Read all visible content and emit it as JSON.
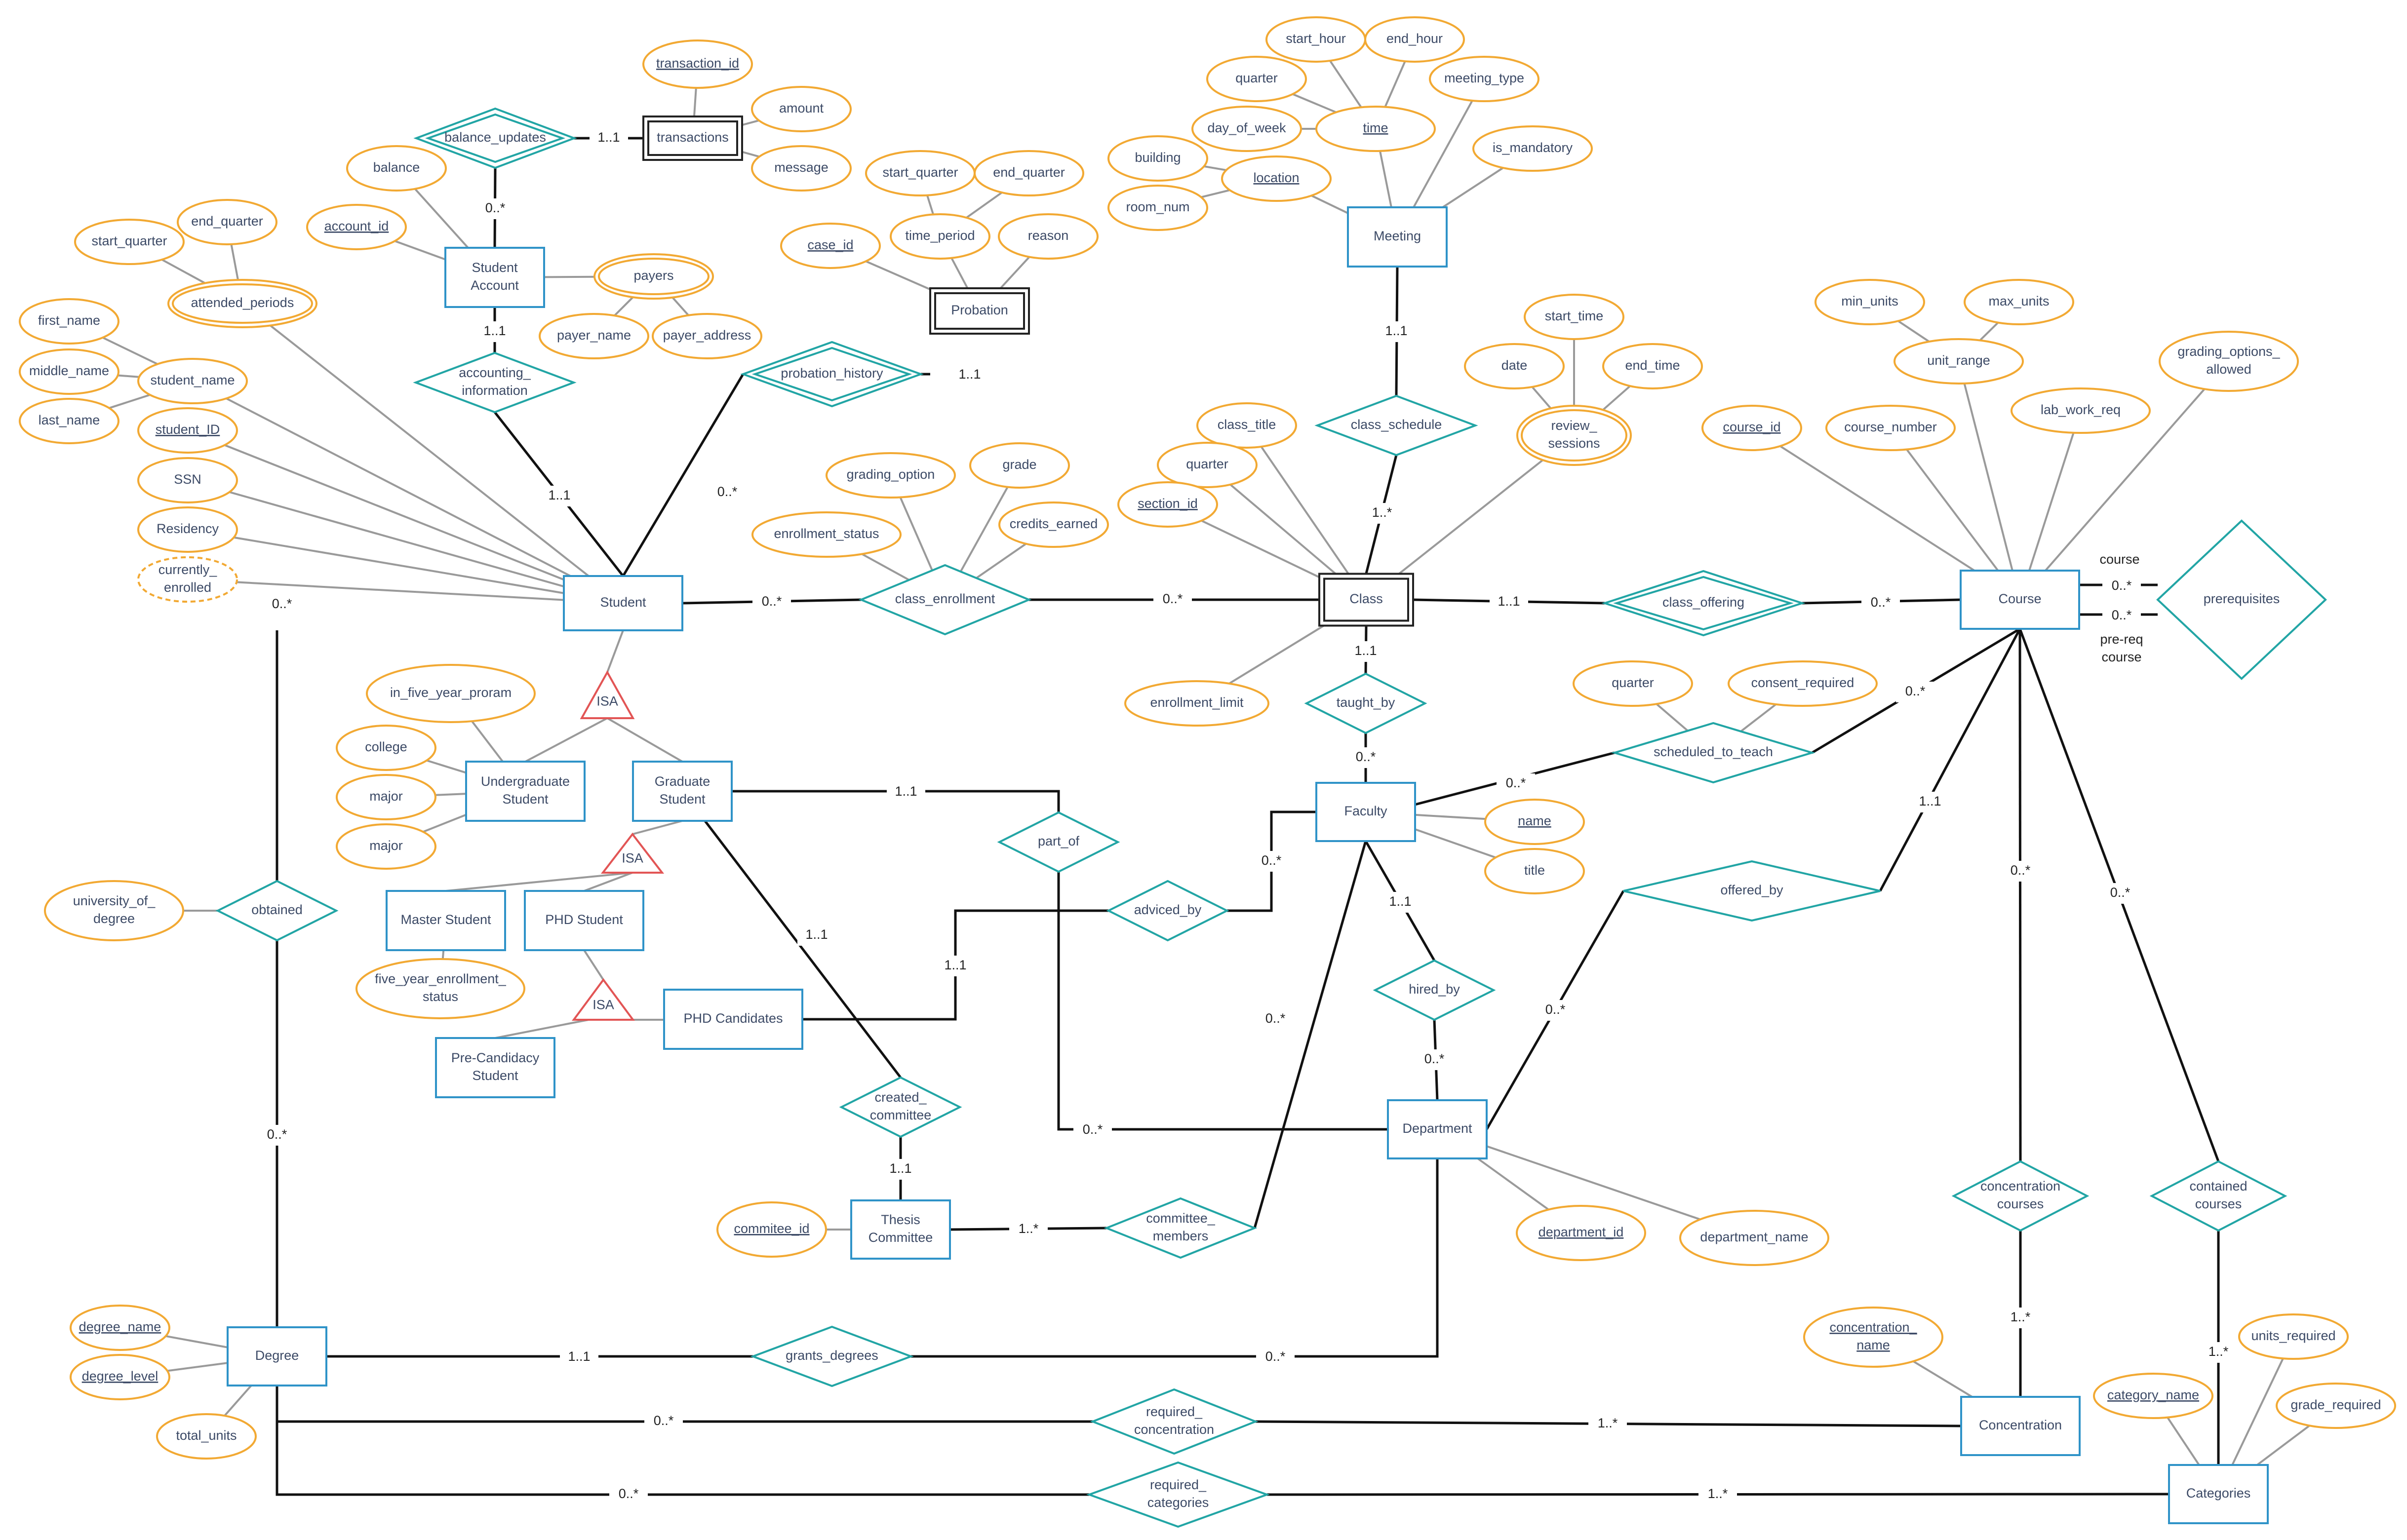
{
  "entities": [
    {
      "id": "student",
      "label": "Student"
    },
    {
      "id": "student_account",
      "label": "Student\nAccount"
    },
    {
      "id": "transactions",
      "label": "transactions",
      "weak": true
    },
    {
      "id": "probation",
      "label": "Probation",
      "weak": true
    },
    {
      "id": "meeting",
      "label": "Meeting"
    },
    {
      "id": "class",
      "label": "Class",
      "weak": true
    },
    {
      "id": "course",
      "label": "Course"
    },
    {
      "id": "faculty",
      "label": "Faculty"
    },
    {
      "id": "undergrad",
      "label": "Undergraduate\nStudent"
    },
    {
      "id": "graduate",
      "label": "Graduate\nStudent"
    },
    {
      "id": "master",
      "label": "Master Student"
    },
    {
      "id": "phd",
      "label": "PHD Student"
    },
    {
      "id": "phd_candidates",
      "label": "PHD Candidates"
    },
    {
      "id": "precandidacy",
      "label": "Pre-Candidacy\nStudent"
    },
    {
      "id": "thesis_committee",
      "label": "Thesis\nCommittee"
    },
    {
      "id": "department",
      "label": "Department"
    },
    {
      "id": "degree",
      "label": "Degree"
    },
    {
      "id": "concentration",
      "label": "Concentration"
    },
    {
      "id": "categories",
      "label": "Categories"
    }
  ],
  "relationships": [
    {
      "id": "balance_updates",
      "label": "balance_updates",
      "weak": true
    },
    {
      "id": "accounting_information",
      "label": "accounting_\ninformation"
    },
    {
      "id": "probation_history",
      "label": "probation_history",
      "weak": true
    },
    {
      "id": "class_schedule",
      "label": "class_schedule"
    },
    {
      "id": "class_enrollment",
      "label": "class_enrollment"
    },
    {
      "id": "class_offering",
      "label": "class_offering",
      "weak": true
    },
    {
      "id": "prerequisites",
      "label": "prerequisites"
    },
    {
      "id": "taught_by",
      "label": "taught_by"
    },
    {
      "id": "scheduled_to_teach",
      "label": "scheduled_to_teach"
    },
    {
      "id": "part_of",
      "label": "part_of"
    },
    {
      "id": "adviced_by",
      "label": "adviced_by"
    },
    {
      "id": "obtained",
      "label": "obtained"
    },
    {
      "id": "offered_by",
      "label": "offered_by"
    },
    {
      "id": "hired_by",
      "label": "hired_by"
    },
    {
      "id": "created_committee",
      "label": "created_\ncommittee"
    },
    {
      "id": "committee_members",
      "label": "committee_\nmembers"
    },
    {
      "id": "grants_degrees",
      "label": "grants_degrees"
    },
    {
      "id": "concentration_courses",
      "label": "concentration\ncourses"
    },
    {
      "id": "contained_courses",
      "label": "contained\ncourses"
    },
    {
      "id": "required_concentration",
      "label": "required_\nconcentration"
    },
    {
      "id": "required_categories",
      "label": "required_\ncategories"
    }
  ],
  "isa": [
    "ISA",
    "ISA",
    "ISA"
  ],
  "attributes": [
    {
      "id": "transaction_id",
      "label": "transaction_id",
      "key": true
    },
    {
      "id": "amount",
      "label": "amount"
    },
    {
      "id": "message",
      "label": "message"
    },
    {
      "id": "balance",
      "label": "balance"
    },
    {
      "id": "account_id",
      "label": "account_id",
      "key": true
    },
    {
      "id": "payers",
      "label": "payers",
      "multi": true
    },
    {
      "id": "payer_name",
      "label": "payer_name"
    },
    {
      "id": "payer_address",
      "label": "payer_address"
    },
    {
      "id": "start_quarter_s",
      "label": "start_quarter"
    },
    {
      "id": "end_quarter_s",
      "label": "end_quarter"
    },
    {
      "id": "attended_periods",
      "label": "attended_periods",
      "multi": true
    },
    {
      "id": "first_name",
      "label": "first_name"
    },
    {
      "id": "middle_name",
      "label": "middle_name"
    },
    {
      "id": "last_name",
      "label": "last_name"
    },
    {
      "id": "student_name",
      "label": "student_name"
    },
    {
      "id": "student_ID",
      "label": "student_ID",
      "key": true
    },
    {
      "id": "ssn",
      "label": "SSN"
    },
    {
      "id": "residency",
      "label": "Residency"
    },
    {
      "id": "currently_enrolled",
      "label": "currently_\nenrolled",
      "derived": true
    },
    {
      "id": "case_id",
      "label": "case_id",
      "key": true
    },
    {
      "id": "start_quarter_p",
      "label": "start_quarter"
    },
    {
      "id": "end_quarter_p",
      "label": "end_quarter"
    },
    {
      "id": "time_period",
      "label": "time_period"
    },
    {
      "id": "reason",
      "label": "reason"
    },
    {
      "id": "start_hour",
      "label": "start_hour"
    },
    {
      "id": "end_hour",
      "label": "end_hour"
    },
    {
      "id": "quarter_m",
      "label": "quarter"
    },
    {
      "id": "meeting_type",
      "label": "meeting_type"
    },
    {
      "id": "day_of_week",
      "label": "day_of_week"
    },
    {
      "id": "time",
      "label": "time",
      "key": true
    },
    {
      "id": "building",
      "label": "building"
    },
    {
      "id": "location",
      "label": "location",
      "key": true
    },
    {
      "id": "room_num",
      "label": "room_num"
    },
    {
      "id": "is_mandatory",
      "label": "is_mandatory"
    },
    {
      "id": "start_time",
      "label": "start_time"
    },
    {
      "id": "date",
      "label": "date"
    },
    {
      "id": "end_time",
      "label": "end_time"
    },
    {
      "id": "review_sessions",
      "label": "review_\nsessions",
      "multi": true
    },
    {
      "id": "class_title",
      "label": "class_title"
    },
    {
      "id": "quarter_c",
      "label": "quarter"
    },
    {
      "id": "section_id",
      "label": "section_id",
      "key": true
    },
    {
      "id": "grading_option",
      "label": "grading_option"
    },
    {
      "id": "grade",
      "label": "grade"
    },
    {
      "id": "enrollment_status",
      "label": "enrollment_status"
    },
    {
      "id": "credits_earned",
      "label": "credits_earned"
    },
    {
      "id": "enrollment_limit",
      "label": "enrollment_limit"
    },
    {
      "id": "min_units",
      "label": "min_units"
    },
    {
      "id": "max_units",
      "label": "max_units"
    },
    {
      "id": "unit_range",
      "label": "unit_range"
    },
    {
      "id": "grading_options_allowed",
      "label": "grading_options_\nallowed"
    },
    {
      "id": "course_id",
      "label": "course_id",
      "key": true
    },
    {
      "id": "course_number",
      "label": "course_number"
    },
    {
      "id": "lab_work_req",
      "label": "lab_work_req"
    },
    {
      "id": "quarter_st",
      "label": "quarter"
    },
    {
      "id": "consent_required",
      "label": "consent_required"
    },
    {
      "id": "faculty_name",
      "label": "name",
      "key": true
    },
    {
      "id": "title",
      "label": "title"
    },
    {
      "id": "in_five_year",
      "label": "in_five_year_proram"
    },
    {
      "id": "college",
      "label": "college"
    },
    {
      "id": "major1",
      "label": "major"
    },
    {
      "id": "major2",
      "label": "major"
    },
    {
      "id": "five_year_enrollment",
      "label": "five_year_enrollment_\nstatus"
    },
    {
      "id": "university_of_degree",
      "label": "university_of_\ndegree"
    },
    {
      "id": "commitee_id",
      "label": "commitee_id",
      "key": true
    },
    {
      "id": "department_id",
      "label": "department_id",
      "key": true
    },
    {
      "id": "department_name",
      "label": "department_name"
    },
    {
      "id": "degree_name",
      "label": "degree_name",
      "key": true
    },
    {
      "id": "degree_level",
      "label": "degree_level",
      "key": true
    },
    {
      "id": "total_units",
      "label": "total_units"
    },
    {
      "id": "concentration_name",
      "label": "concentration_\nname",
      "key": true
    },
    {
      "id": "category_name",
      "label": "category_name",
      "key": true
    },
    {
      "id": "units_required",
      "label": "units_required"
    },
    {
      "id": "grade_required",
      "label": "grade_required"
    }
  ],
  "cardinalities": [
    {
      "id": "c_bu_tr",
      "label": "1..1"
    },
    {
      "id": "c_bu_sa",
      "label": "0..*"
    },
    {
      "id": "c_ai_sa",
      "label": "1..1"
    },
    {
      "id": "c_ai_st",
      "label": "1..1"
    },
    {
      "id": "c_ph_pr",
      "label": "1..1"
    },
    {
      "id": "c_ph_st",
      "label": "0..*"
    },
    {
      "id": "c_st_ce",
      "label": "0..*"
    },
    {
      "id": "c_ce_cl",
      "label": "0..*"
    },
    {
      "id": "c_st_ob",
      "label": "0..*"
    },
    {
      "id": "c_cs_me",
      "label": "1..1"
    },
    {
      "id": "c_cs_cl",
      "label": "1..*"
    },
    {
      "id": "c_cl_co",
      "label": "1..1"
    },
    {
      "id": "c_co_crs",
      "label": "0..*"
    },
    {
      "id": "c_pre_course",
      "label": "course"
    },
    {
      "id": "c_pre_1",
      "label": "0..*"
    },
    {
      "id": "c_pre_2",
      "label": "0..*"
    },
    {
      "id": "c_pre_req",
      "label": "pre-req\ncourse"
    },
    {
      "id": "c_tb_cl",
      "label": "1..1"
    },
    {
      "id": "c_tb_fa",
      "label": "0..*"
    },
    {
      "id": "c_stt_fa",
      "label": "0..*"
    },
    {
      "id": "c_stt_crs",
      "label": "0..*"
    },
    {
      "id": "c_po_gr",
      "label": "1..1"
    },
    {
      "id": "c_ad_fa",
      "label": "0..*"
    },
    {
      "id": "c_ad_pc",
      "label": "1..1"
    },
    {
      "id": "c_cc_gr",
      "label": "1..1"
    },
    {
      "id": "c_hb_fa",
      "label": "1..1"
    },
    {
      "id": "c_hb_de",
      "label": "0..*"
    },
    {
      "id": "c_ofb_crs",
      "label": "1..1"
    },
    {
      "id": "c_ofb_de",
      "label": "0..*"
    },
    {
      "id": "c_cm_fa",
      "label": "0..*"
    },
    {
      "id": "c_po_de",
      "label": "0..*"
    },
    {
      "id": "c_cc_tc",
      "label": "1..1"
    },
    {
      "id": "c_cm_tc",
      "label": "1..*"
    },
    {
      "id": "c_ob_de",
      "label": "0..*"
    },
    {
      "id": "c_gd_dg",
      "label": "1..1"
    },
    {
      "id": "c_gd_de",
      "label": "0..*"
    },
    {
      "id": "c_ccr_crs",
      "label": "0..*"
    },
    {
      "id": "c_ccr_con",
      "label": "1..*"
    },
    {
      "id": "c_cnc_crs",
      "label": "0..*"
    },
    {
      "id": "c_cnc_cat",
      "label": "1..*"
    },
    {
      "id": "c_rc_dg",
      "label": "0..*"
    },
    {
      "id": "c_rc_con",
      "label": "1..*"
    },
    {
      "id": "c_rca_dg",
      "label": "0..*"
    },
    {
      "id": "c_rca_cat",
      "label": "1..*"
    }
  ]
}
